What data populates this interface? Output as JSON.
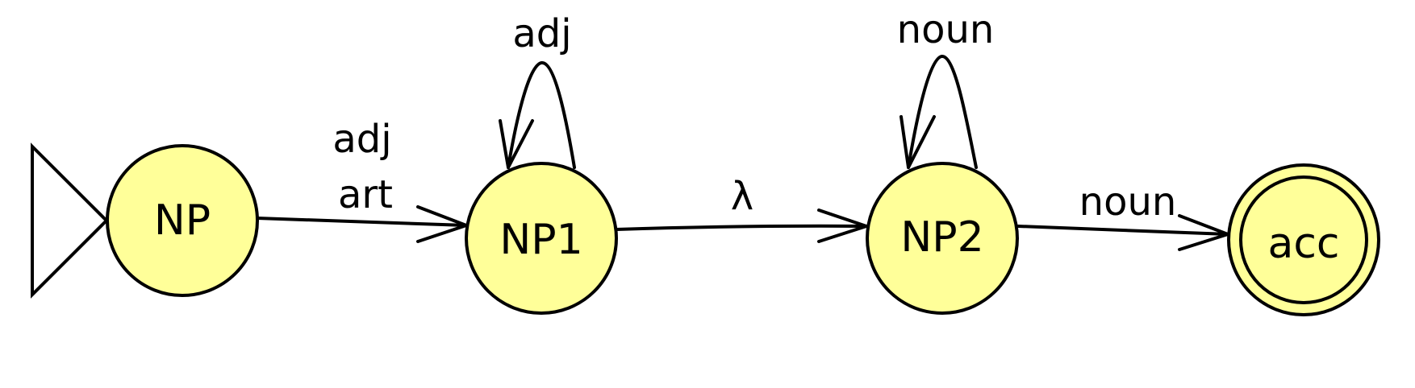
{
  "colors": {
    "state_fill": "#ffff99",
    "stroke": "#000000",
    "background": "#ffffff"
  },
  "states": [
    {
      "id": "NP",
      "label": "NP",
      "start": true,
      "accepting": false
    },
    {
      "id": "NP1",
      "label": "NP1",
      "start": false,
      "accepting": false
    },
    {
      "id": "NP2",
      "label": "NP2",
      "start": false,
      "accepting": false
    },
    {
      "id": "acc",
      "label": "acc",
      "start": false,
      "accepting": true
    }
  ],
  "transitions": [
    {
      "from": "NP",
      "to": "NP1",
      "labels": [
        "adj",
        "art"
      ]
    },
    {
      "from": "NP1",
      "to": "NP1",
      "labels": [
        "adj"
      ]
    },
    {
      "from": "NP1",
      "to": "NP2",
      "labels": [
        "λ"
      ]
    },
    {
      "from": "NP2",
      "to": "NP2",
      "labels": [
        "noun"
      ]
    },
    {
      "from": "NP2",
      "to": "acc",
      "labels": [
        "noun"
      ]
    }
  ]
}
